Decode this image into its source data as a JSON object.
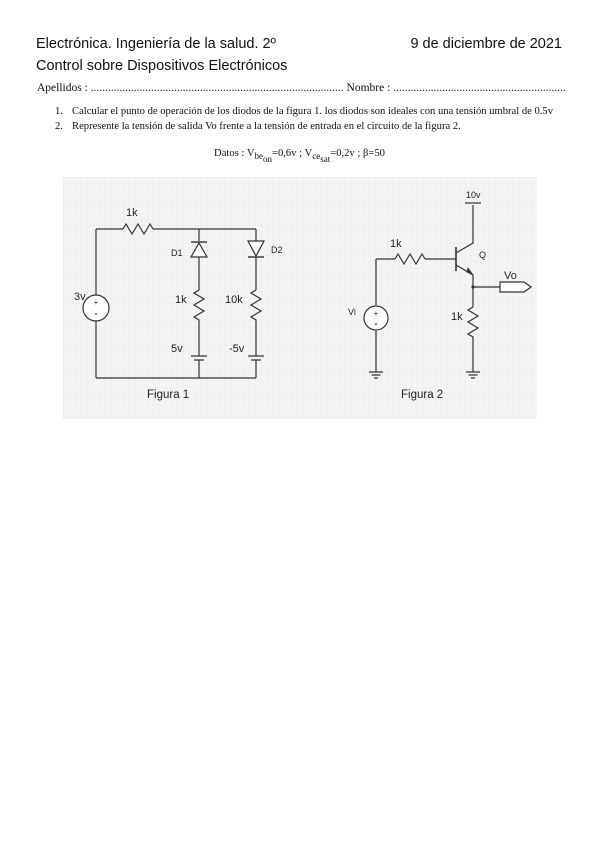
{
  "header": {
    "title": "Electrónica. Ingeniería de la salud. 2º",
    "date": "9 de diciembre de 2021",
    "subtitle": "Control sobre Dispositivos Electrónicos"
  },
  "names": {
    "apellidos_label": "Apellidos :",
    "apellidos_dots": "........................................................................................",
    "nombre_label": "Nombre :",
    "nombre_dots": "........................................................................"
  },
  "questions": [
    {
      "num": "1.",
      "text": "Calcular el punto de operación de los diodos de la figura 1. los diodos son ideales con una tensión umbral de 0.5v"
    },
    {
      "num": "2.",
      "text": "Represente la tensión de salida Vo frente a la tensión de entrada en el circuito de la figura 2."
    }
  ],
  "datos": {
    "label": "Datos :",
    "v1": "V",
    "v1_sub": "be",
    "v1_subsub": "on",
    "v1_val": "=0,6v ;",
    "v2": "V",
    "v2_sub": "ce",
    "v2_subsub": "sat",
    "v2_val": "=0,2v ;",
    "beta": "β=50"
  },
  "figure1": {
    "caption": "Figura 1",
    "source": "3v",
    "r_series": "1k",
    "d1": "D1",
    "d2": "D2",
    "r1": "1k",
    "r2": "10k",
    "b1": "5v",
    "b2": "-5v"
  },
  "figure2": {
    "caption": "Figura 2",
    "vcc": "10v",
    "rb": "1k",
    "q": "Q",
    "vo": "Vo",
    "vi": "Vi",
    "re": "1k"
  }
}
